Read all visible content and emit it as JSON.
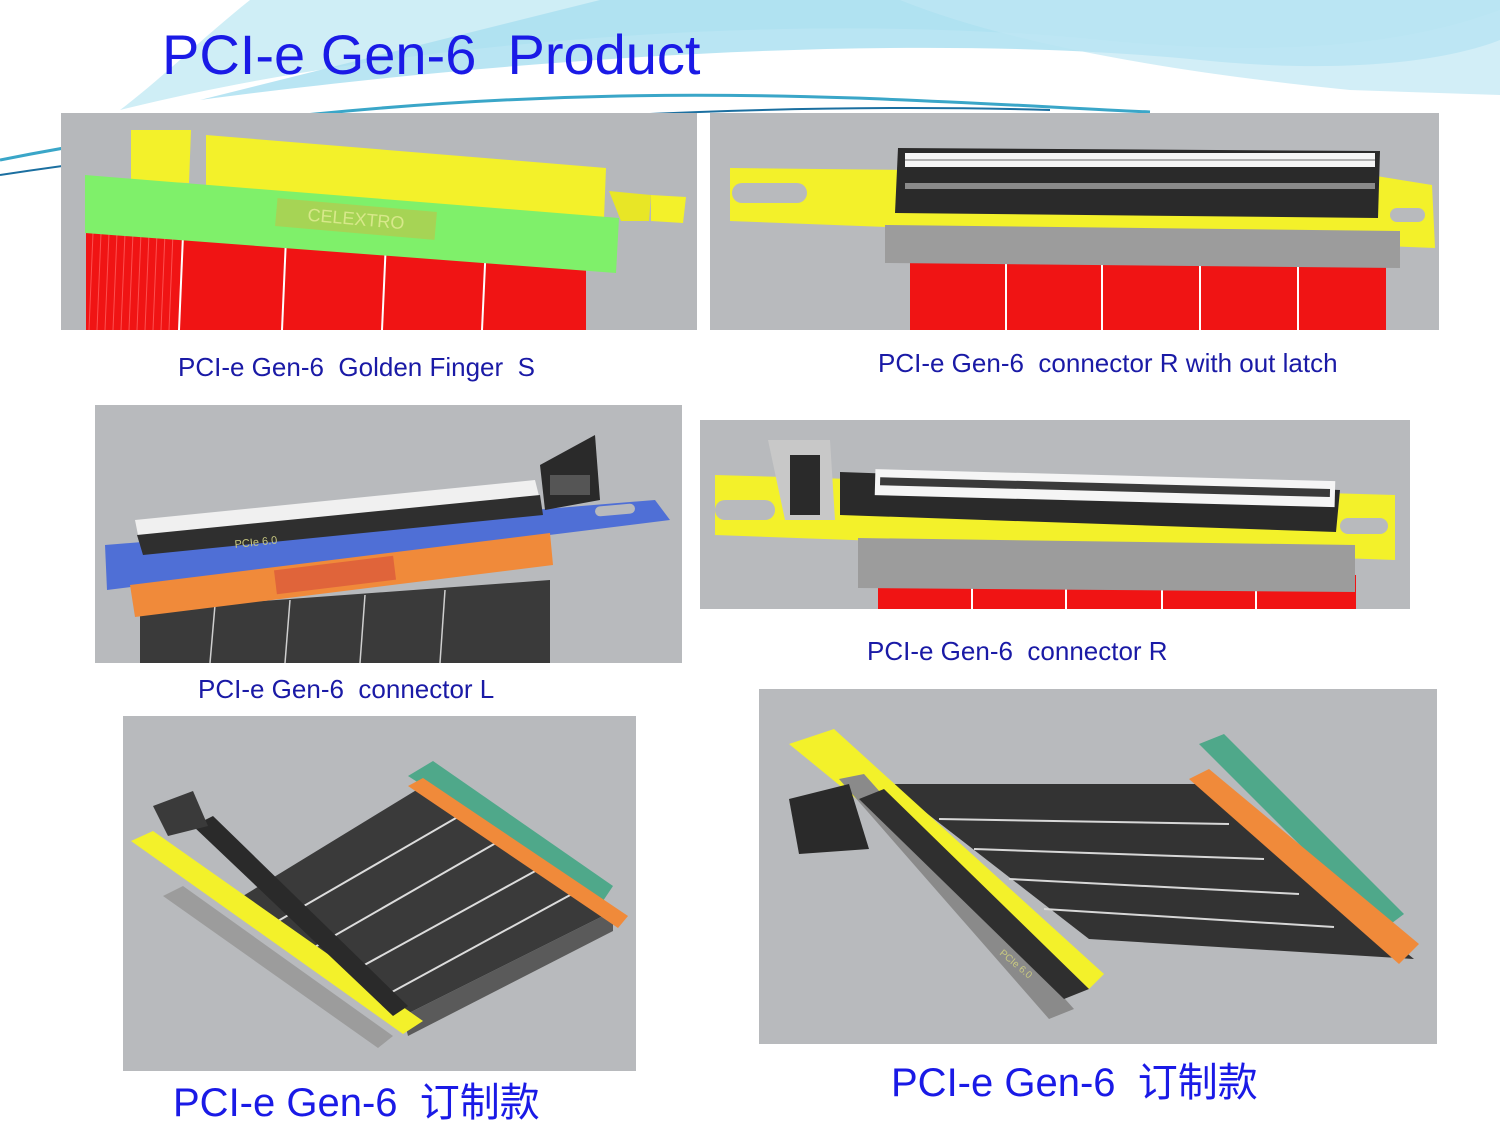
{
  "slide": {
    "title": "PCI-e Gen-6  Product"
  },
  "panels": [
    {
      "caption": "PCI-e Gen-6  Golden Finger  S",
      "logo_text": "CELEXTRO"
    },
    {
      "caption": "PCI-e Gen-6  connector R with out latch"
    },
    {
      "caption": "PCI-e Gen-6  connector L",
      "logo_text": "PCIe 6.0"
    },
    {
      "caption": "PCI-e Gen-6  connector R"
    },
    {
      "caption": "PCI-e Gen-6  订制款"
    },
    {
      "caption": "PCI-e Gen-6  订制款",
      "logo_text": "PCIe 6.0"
    }
  ],
  "colors": {
    "title": "#1a1ae6",
    "caption": "#1a1aa6",
    "yellow": "#f3f12a",
    "green": "#7ff06a",
    "red": "#f01414",
    "blue": "#4f6fd6",
    "orange": "#f08a3a",
    "teal": "#4fa88a",
    "grey": "#9c9c9c"
  }
}
